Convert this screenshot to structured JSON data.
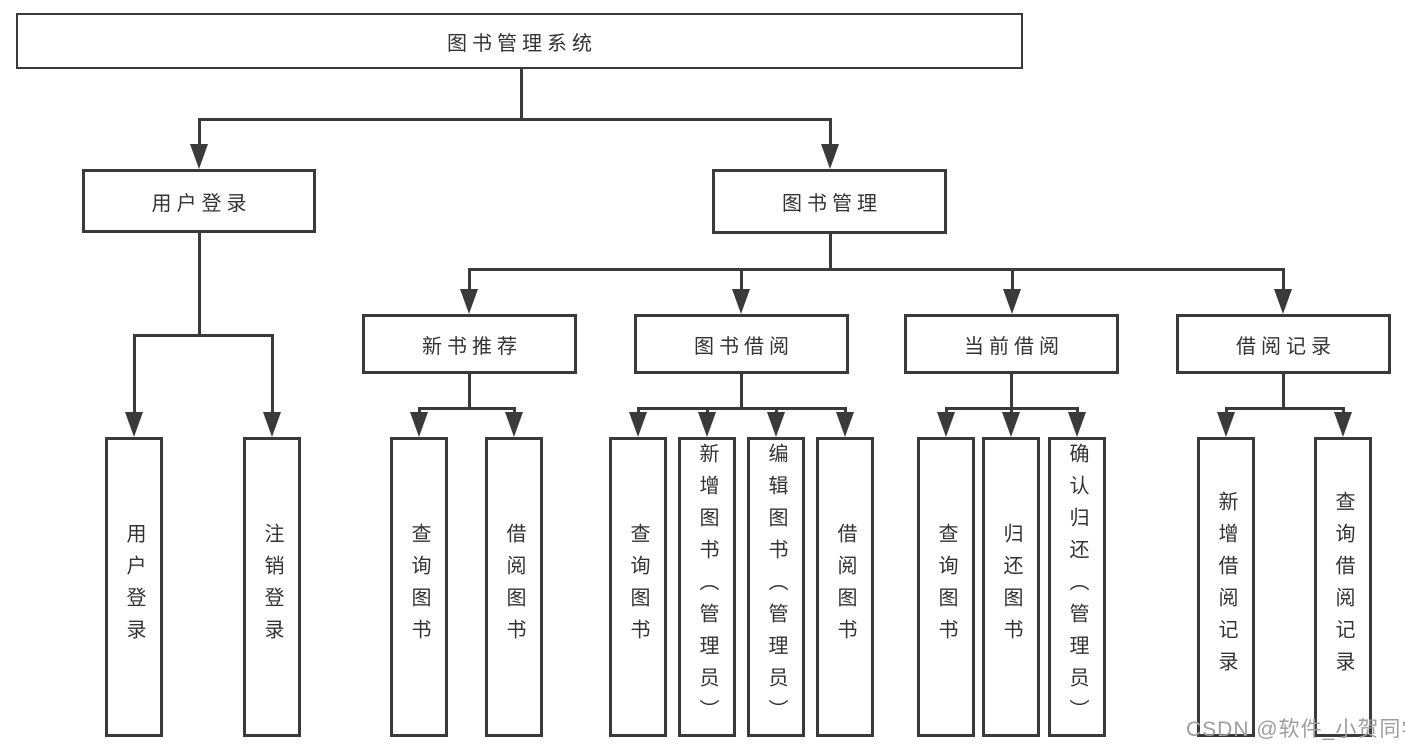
{
  "diagram": {
    "watermark": "CSDN @软件_小贺同学",
    "colors": {
      "line": "#3a3a3a",
      "text": "#333333",
      "watermark": "#9e9e9e",
      "background": "#ffffff"
    },
    "tree": {
      "label": "图书管理系统",
      "children": [
        {
          "label": "用户登录",
          "children": [
            {
              "label": "用户登录"
            },
            {
              "label": "注销登录"
            }
          ]
        },
        {
          "label": "图书管理",
          "children": [
            {
              "label": "新书推荐",
              "children": [
                {
                  "label": "查询图书"
                },
                {
                  "label": "借阅图书"
                }
              ]
            },
            {
              "label": "图书借阅",
              "children": [
                {
                  "label": "查询图书"
                },
                {
                  "label": "新增图书（管理员）"
                },
                {
                  "label": "编辑图书（管理员）"
                },
                {
                  "label": "借阅图书"
                }
              ]
            },
            {
              "label": "当前借阅",
              "children": [
                {
                  "label": "查询图书"
                },
                {
                  "label": "归还图书"
                },
                {
                  "label": "确认归还（管理员）"
                }
              ]
            },
            {
              "label": "借阅记录",
              "children": [
                {
                  "label": "新增借阅记录"
                },
                {
                  "label": "查询借阅记录"
                }
              ]
            }
          ]
        }
      ]
    }
  }
}
